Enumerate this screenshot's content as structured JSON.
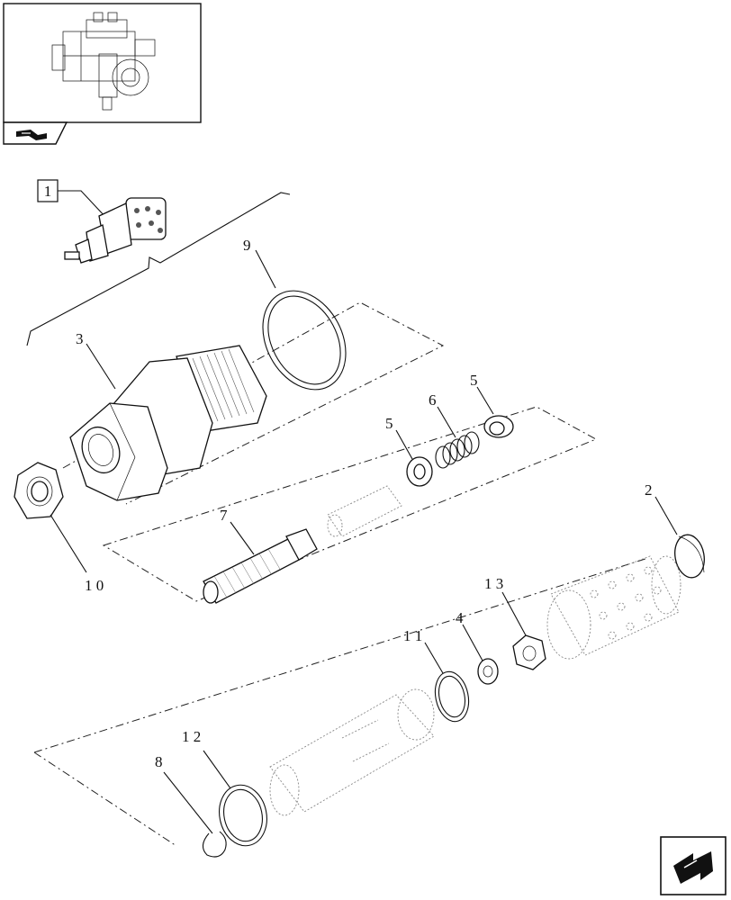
{
  "assembly_ref": "1",
  "callouts": [
    {
      "id": "c9",
      "text": "9"
    },
    {
      "id": "c3",
      "text": "3"
    },
    {
      "id": "c5a",
      "text": "5"
    },
    {
      "id": "c6",
      "text": "6"
    },
    {
      "id": "c5b",
      "text": "5"
    },
    {
      "id": "c7",
      "text": "7"
    },
    {
      "id": "c10",
      "text": "1 0"
    },
    {
      "id": "c2",
      "text": "2"
    },
    {
      "id": "c13",
      "text": "1 3"
    },
    {
      "id": "c11",
      "text": "1 1"
    },
    {
      "id": "c4",
      "text": "4"
    },
    {
      "id": "c12",
      "text": "1 2"
    },
    {
      "id": "c8",
      "text": "8"
    }
  ],
  "icons": {
    "thumbnail": "pump-assembly-thumbnail",
    "previous": "previous-page-icon",
    "next": "next-page-icon"
  }
}
